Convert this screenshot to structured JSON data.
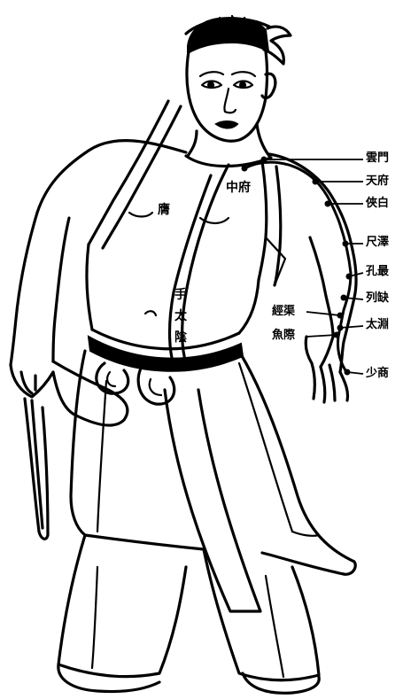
{
  "colors": {
    "ink": "#000000",
    "paper": "#ffffff"
  },
  "acupoints_right": [
    {
      "key": "yunmen",
      "label": "雲門"
    },
    {
      "key": "tianfu",
      "label": "天府"
    },
    {
      "key": "xiabai",
      "label": "俠白"
    },
    {
      "key": "chize",
      "label": "尺澤"
    },
    {
      "key": "kongzui",
      "label": "孔最"
    },
    {
      "key": "lieque",
      "label": "列缺"
    },
    {
      "key": "taiyuan",
      "label": "太淵"
    },
    {
      "key": "shaoshang",
      "label": "少商"
    }
  ],
  "acupoints_left": [
    {
      "key": "jingqu",
      "label": "經渠"
    },
    {
      "key": "yuji",
      "label": "魚際"
    }
  ],
  "body_labels": {
    "zhongfu": "中府",
    "chest": "膺",
    "meridian_1": "手",
    "meridian_2": "太",
    "meridian_3": "陰"
  }
}
